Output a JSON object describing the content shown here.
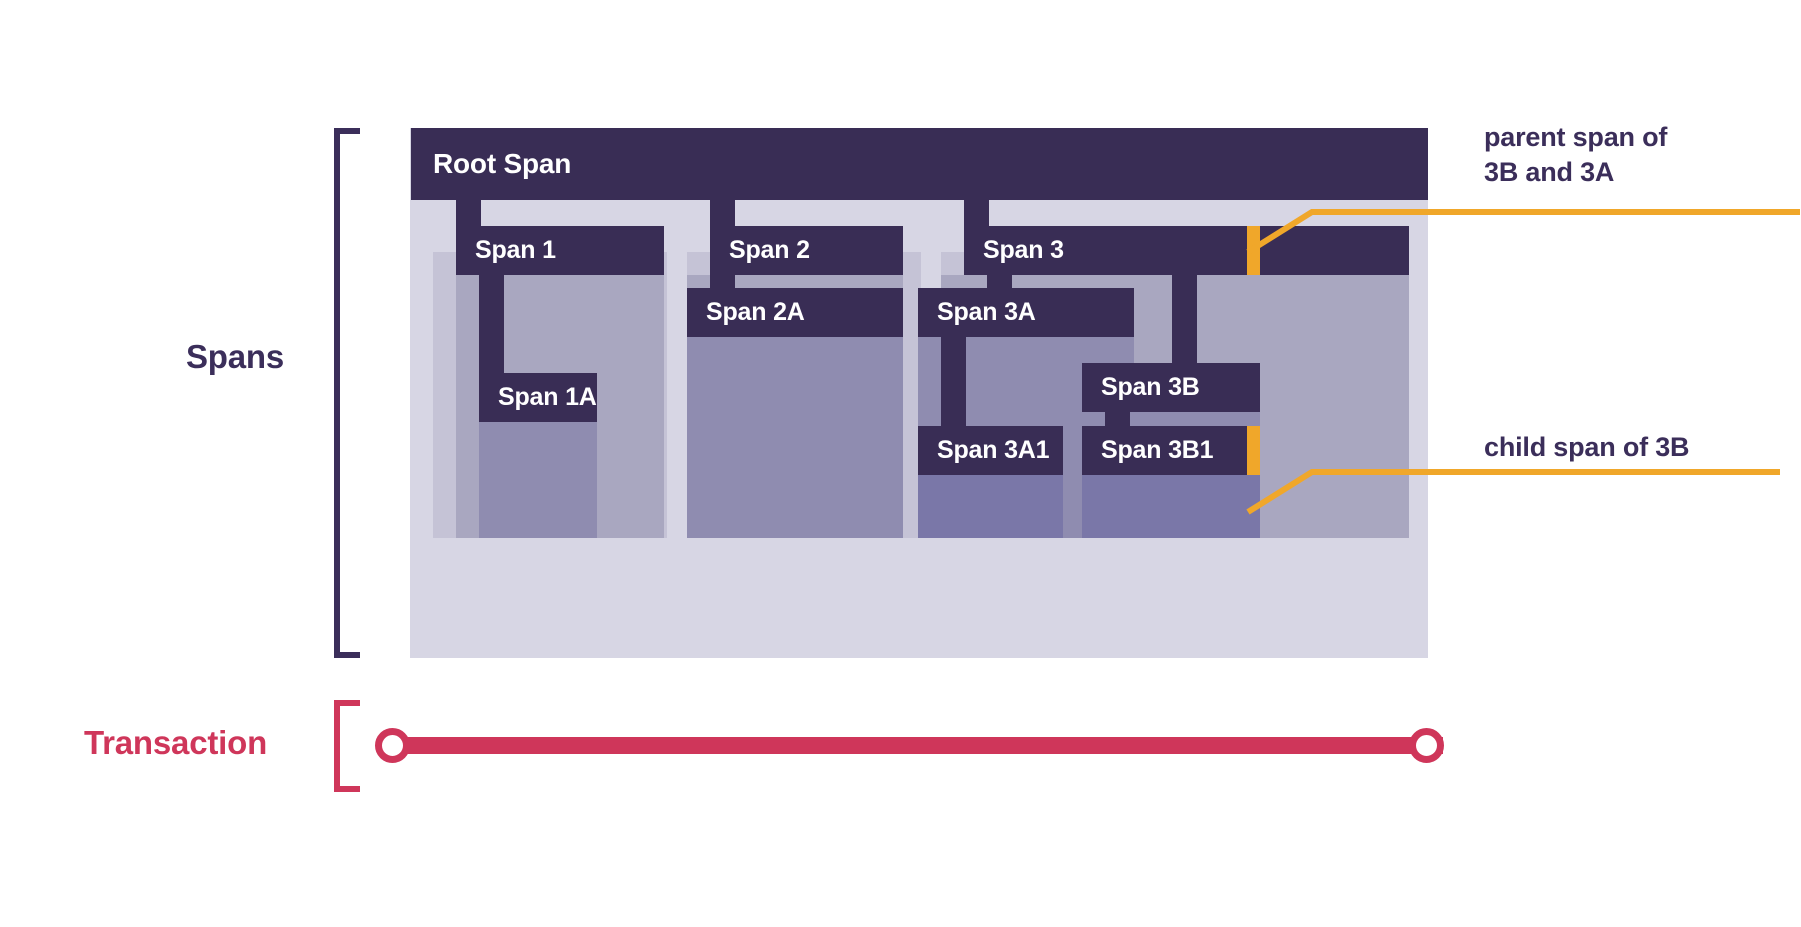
{
  "diagram": {
    "title_axis_spans": "Spans",
    "title_axis_transaction": "Transaction",
    "colors": {
      "span_header": "#392d55",
      "frame": "#d7d6e4",
      "body_level_1": "#c5c3d6",
      "body_level_2": "#a9a7c0",
      "body_level_3": "#8f8cb0",
      "body_level_4": "#7a77a8",
      "marker_orange": "#f0a72a",
      "transaction_red": "#cf365a",
      "bracket_purple": "#3b2e5a"
    }
  },
  "spans": {
    "root": {
      "label": "Root Span"
    },
    "span1": {
      "label": "Span 1"
    },
    "span1a": {
      "label": "Span 1A"
    },
    "span2": {
      "label": "Span 2"
    },
    "span2a": {
      "label": "Span 2A"
    },
    "span3": {
      "label": "Span 3"
    },
    "span3a": {
      "label": "Span 3A"
    },
    "span3a1": {
      "label": "Span 3A1"
    },
    "span3b": {
      "label": "Span 3B"
    },
    "span3b1": {
      "label": "Span 3B1"
    }
  },
  "callouts": [
    {
      "id": "parent",
      "text": "parent span of\n3B and 3A"
    },
    {
      "id": "child",
      "text": "child span of 3B"
    }
  ],
  "hierarchy": {
    "Root Span": [
      "Span 1",
      "Span 2",
      "Span 3"
    ],
    "Span 1": [
      "Span 1A"
    ],
    "Span 2": [
      "Span 2A"
    ],
    "Span 3": [
      "Span 3A",
      "Span 3B"
    ],
    "Span 3A": [
      "Span 3A1"
    ],
    "Span 3B": [
      "Span 3B1"
    ]
  }
}
